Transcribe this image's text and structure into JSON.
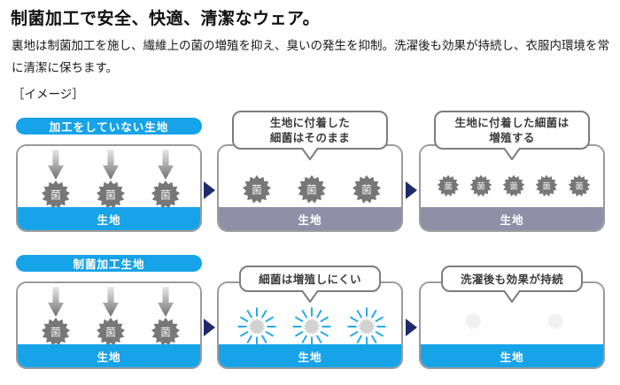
{
  "headline": "制菌加工で安全、快適、清潔なウェア。",
  "lead": "裏地は制菌加工を施し、繊維上の菌の増殖を抑え、臭いの発生を抑制。洗濯後も効果が持続し、衣服内環境を常に清潔に保ちます。",
  "image_label": "［イメージ］",
  "colors": {
    "brand_blue": "#17a3e8",
    "purple_fabric": "#8f8fa8",
    "germ_gray": "#777777",
    "panel_border": "#9b9b9b",
    "bubble_border": "#7d7d7d",
    "arrow_navy": "#1f2a6b",
    "sparkle_blue": "#29a9e8"
  },
  "diagram": {
    "rows": [
      {
        "id": "untreated",
        "pill_label": "加工をしていない生地",
        "panels": [
          {
            "id": "untreated-step-1",
            "fabric_label": "生地",
            "fabric_color": "blue",
            "bubble": null,
            "germ_count": 3,
            "germ_style": "solid",
            "germ_char": "菌",
            "down_arrows": 3
          },
          {
            "id": "untreated-step-2",
            "fabric_label": "生地",
            "fabric_color": "purple",
            "bubble": "生地に付着した\n細菌はそのまま",
            "germ_count": 3,
            "germ_style": "solid",
            "germ_char": "菌",
            "down_arrows": 0
          },
          {
            "id": "untreated-step-3",
            "fabric_label": "生地",
            "fabric_color": "purple",
            "bubble": "生地に付着した細菌は\n増殖する",
            "germ_count": 5,
            "germ_style": "solid",
            "germ_char": "菌",
            "down_arrows": 0
          }
        ]
      },
      {
        "id": "treated",
        "pill_label": "制菌加工生地",
        "panels": [
          {
            "id": "treated-step-1",
            "fabric_label": "生地",
            "fabric_color": "blue",
            "bubble": null,
            "germ_count": 3,
            "germ_style": "solid",
            "germ_char": "菌",
            "down_arrows": 3
          },
          {
            "id": "treated-step-2",
            "fabric_label": "生地",
            "fabric_color": "blue",
            "bubble": "細菌は増殖しにくい",
            "germ_count": 3,
            "germ_style": "sparkle",
            "germ_char": "",
            "down_arrows": 0
          },
          {
            "id": "treated-step-3",
            "fabric_label": "生地",
            "fabric_color": "blue",
            "bubble": "洗濯後も効果が持続",
            "germ_count": 2,
            "germ_style": "faint",
            "germ_char": "",
            "down_arrows": 0
          }
        ]
      }
    ]
  }
}
